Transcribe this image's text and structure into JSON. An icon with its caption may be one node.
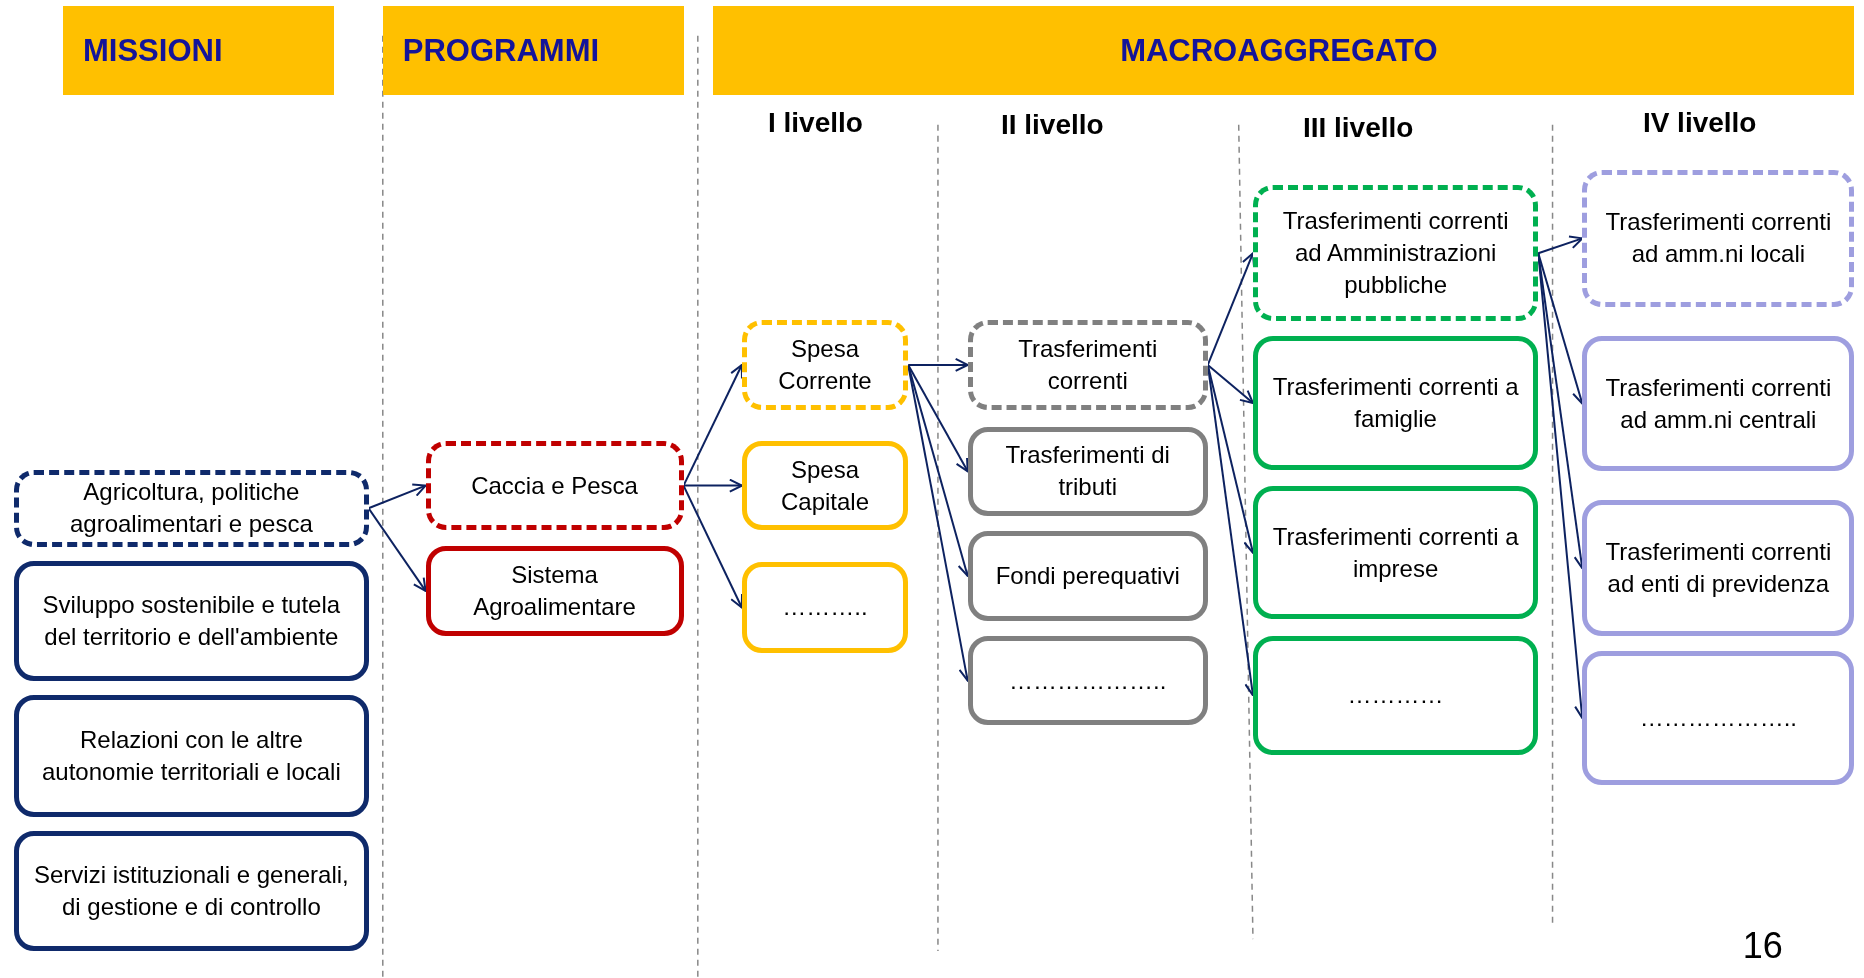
{
  "diagram": {
    "nodes": [
      {
        "text": [
          "MISSIONI"
        ]
      },
      {
        "text": [
          "PROGRAMMI"
        ]
      },
      {
        "text": [
          "MACROAGGREGATO"
        ]
      },
      {
        "text": [
          "Agricoltura, politiche agroalimentari e pesca"
        ]
      },
      {
        "text": [
          "Sviluppo sostenibile e tutela del territorio e dell'ambiente"
        ]
      },
      {
        "text": [
          "Relazioni con le altre autonomie territoriali e locali"
        ]
      },
      {
        "text": [
          "Servizi istituzionali e generali, di gestione e di controllo"
        ]
      },
      {
        "text": [
          "Caccia e Pesca"
        ]
      },
      {
        "text": [
          "Sistema Agroalimentare"
        ]
      },
      {
        "text": [
          "Spesa Corrente"
        ]
      },
      {
        "text": [
          "Spesa Capitale"
        ]
      },
      {
        "text": [
          "……….."
        ]
      },
      {
        "text": [
          "Trasferimenti correnti"
        ]
      },
      {
        "text": [
          "Trasferimenti di tributi"
        ]
      },
      {
        "text": [
          "Fondi perequativi"
        ]
      },
      {
        "text": [
          "……………….."
        ]
      },
      {
        "text": [
          "Trasferimenti correnti ad Amministrazioni pubbliche"
        ]
      },
      {
        "text": [
          "Trasferimenti correnti a famiglie"
        ]
      },
      {
        "text": [
          "Trasferimenti correnti a imprese"
        ]
      },
      {
        "text": [
          "…………"
        ]
      },
      {
        "text": [
          "Trasferimenti correnti ad amm.ni locali"
        ]
      },
      {
        "text": [
          "Trasferimenti correnti ad amm.ni centrali"
        ]
      },
      {
        "text": [
          "Trasferimenti correnti ad enti di previdenza"
        ]
      },
      {
        "text": [
          "……………….."
        ]
      }
    ],
    "edges": [
      {
        "from": 3,
        "to": 7,
        "arrow": "to"
      },
      {
        "from": 3,
        "to": 8,
        "arrow": "to"
      },
      {
        "from": 7,
        "to": 9,
        "arrow": "to"
      },
      {
        "from": 7,
        "to": 10,
        "arrow": "to"
      },
      {
        "from": 7,
        "to": 11,
        "arrow": "to"
      },
      {
        "from": 9,
        "to": 12,
        "arrow": "to"
      },
      {
        "from": 9,
        "to": 13,
        "arrow": "to"
      },
      {
        "from": 9,
        "to": 14,
        "arrow": "to"
      },
      {
        "from": 9,
        "to": 15,
        "arrow": "to"
      },
      {
        "from": 12,
        "to": 16,
        "arrow": "to"
      },
      {
        "from": 12,
        "to": 17,
        "arrow": "to"
      },
      {
        "from": 12,
        "to": 18,
        "arrow": "to"
      },
      {
        "from": 12,
        "to": 19,
        "arrow": "to"
      },
      {
        "from": 16,
        "to": 20,
        "arrow": "to"
      },
      {
        "from": 16,
        "to": 21,
        "arrow": "to"
      },
      {
        "from": 16,
        "to": 22,
        "arrow": "to"
      },
      {
        "from": 16,
        "to": 23,
        "arrow": "to"
      }
    ],
    "labels": [
      "I livello",
      "II livello",
      "III livello",
      "IV livello",
      "16"
    ]
  }
}
